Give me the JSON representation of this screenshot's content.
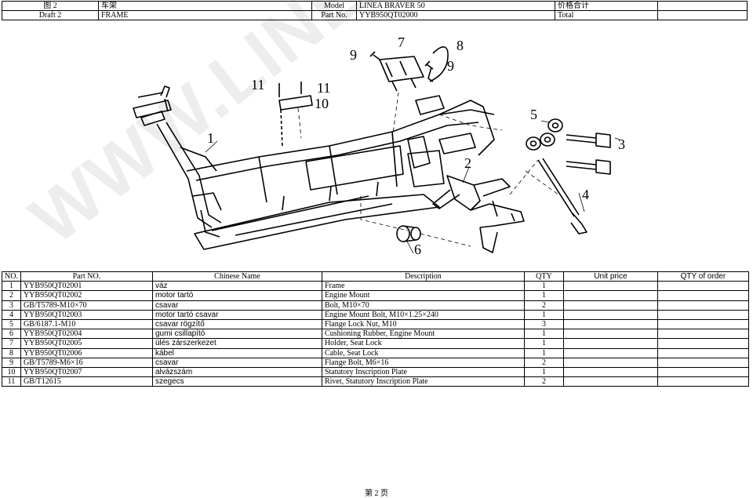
{
  "header": {
    "row1": [
      "图 2",
      "车架",
      "Model",
      "LINEA BRAVER 50",
      "价格合计",
      ""
    ],
    "row2": [
      "Draft 2",
      "FRAME",
      "Part No.",
      "YYB950QT02000",
      "Total",
      ""
    ]
  },
  "diagram": {
    "callouts": [
      "1",
      "2",
      "3",
      "4",
      "5",
      "6",
      "7",
      "8",
      "9",
      "9",
      "10",
      "11",
      "11"
    ]
  },
  "parts": {
    "columns": [
      "NO.",
      "Part NO.",
      "Chinese Name",
      "Description",
      "QTY",
      "Unit price",
      "QTY of order"
    ],
    "rows": [
      {
        "no": "1",
        "part": "YYB950QT02001",
        "name": "váz",
        "desc": "Frame",
        "qty": "1"
      },
      {
        "no": "2",
        "part": "YYB950QT02002",
        "name": "motor tartó",
        "desc": "Engine Mount",
        "qty": "1"
      },
      {
        "no": "3",
        "part": "GB/T5789-M10×70",
        "name": "csavar",
        "desc": "Bolt, M10×70",
        "qty": "2"
      },
      {
        "no": "4",
        "part": "YYB950QT02003",
        "name": "motor tartó csavar",
        "desc": "Engine Mount Bolt, M10×1.25×240",
        "qty": "1"
      },
      {
        "no": "5",
        "part": "GB/6187.1-M10",
        "name": "csavar rögzítő",
        "desc": "Flange Lock Nut, M10",
        "qty": "3"
      },
      {
        "no": "6",
        "part": "YYB950QT02004",
        "name": "gumi csillapító",
        "desc": "Cushioning Rubber, Engine Mount",
        "qty": "1"
      },
      {
        "no": "7",
        "part": "YYB950QT02005",
        "name": "ülés zárszerkezet",
        "desc": "Holder, Seat Lock",
        "qty": "1"
      },
      {
        "no": "8",
        "part": "YYB950QT02006",
        "name": "kábel",
        "desc": "Cable, Seat Lock",
        "qty": "1"
      },
      {
        "no": "9",
        "part": "GB/T5789-M6×16",
        "name": "csavar",
        "desc": "Flange Bolt, M6×16",
        "qty": "2"
      },
      {
        "no": "10",
        "part": "YYB950QT02007",
        "name": "alvázszám",
        "desc": "Statutory Inscription Plate",
        "qty": "1"
      },
      {
        "no": "11",
        "part": "GB/T12615",
        "name": "szegecs",
        "desc": "Rivet, Statutory Inscription Plate",
        "qty": "2"
      }
    ]
  },
  "watermark": "WWW.LINEAMOTOR.HU",
  "footer": {
    "page": "第 2 页"
  }
}
